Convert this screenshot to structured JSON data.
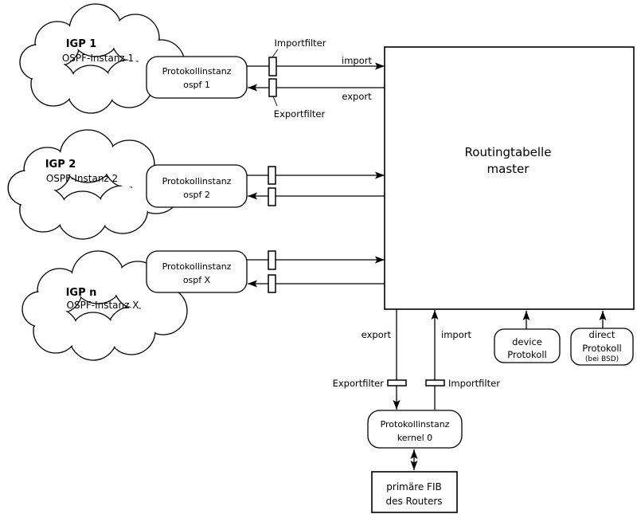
{
  "diagram": {
    "clouds": [
      {
        "name": "IGP 1",
        "instance": "OSPF-Instanz 1"
      },
      {
        "name": "IGP 2",
        "instance": "OSPF-Instanz 2"
      },
      {
        "name": "IGP n",
        "instance": "OSPF-Instanz X"
      }
    ],
    "protocol_instances": [
      {
        "line1": "Protokollinstanz",
        "line2": "ospf 1"
      },
      {
        "line1": "Protokollinstanz",
        "line2": "ospf 2"
      },
      {
        "line1": "Protokollinstanz",
        "line2": "ospf X"
      }
    ],
    "routing_table": {
      "line1": "Routingtabelle",
      "line2": "master"
    },
    "top_labels": {
      "importfilter": "Importfilter",
      "exportfilter": "Exportfilter",
      "import": "import",
      "export": "export"
    },
    "bottom_labels": {
      "export": "export",
      "import": "import",
      "exportfilter": "Exportfilter",
      "importfilter": "Importfilter"
    },
    "kernel_instance": {
      "line1": "Protokollinstanz",
      "line2": "kernel 0"
    },
    "fib": {
      "line1": "primäre FIB",
      "line2": "des Routers"
    },
    "device_protocol": {
      "line1": "device",
      "line2": "Protokoll"
    },
    "direct_protocol": {
      "line1": "direct",
      "line2": "Protokoll",
      "line3": "(bei BSD)"
    },
    "colors": {
      "stroke": "#000000",
      "background": "#ffffff"
    }
  }
}
